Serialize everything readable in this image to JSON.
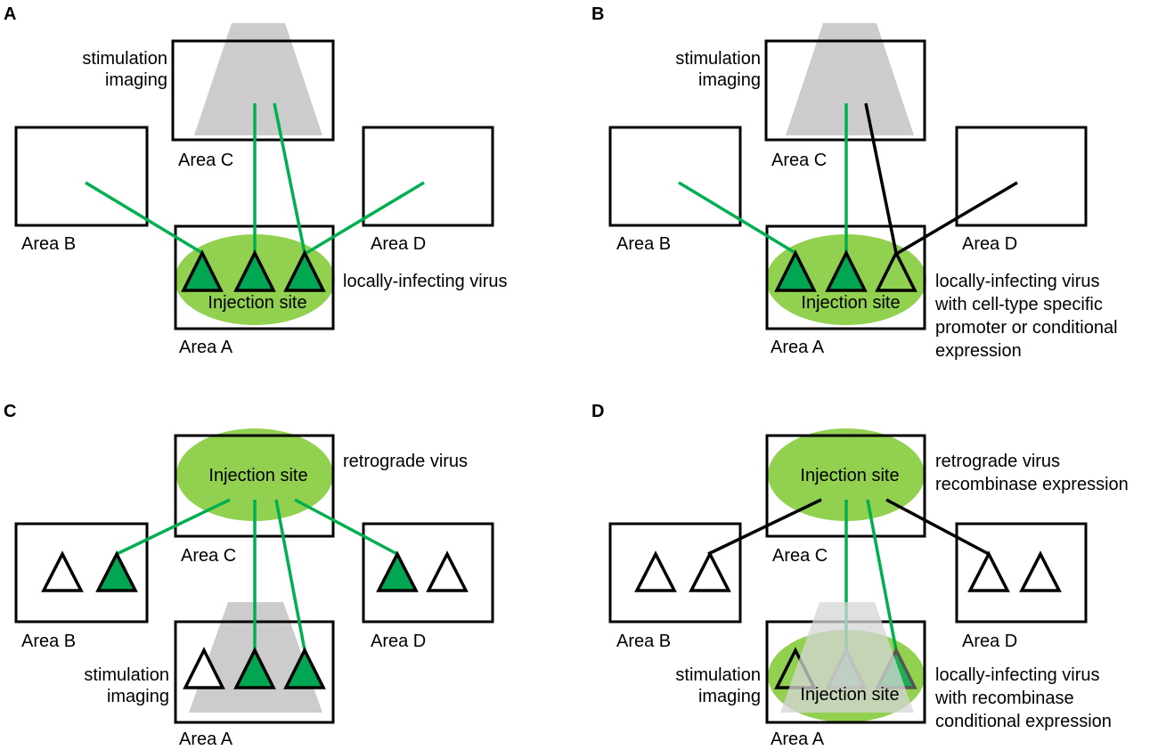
{
  "panels": {
    "a": {
      "letter": "A",
      "stim_line1": "stimulation",
      "stim_line2": "imaging",
      "area_c": "Area C",
      "area_b": "Area B",
      "area_d": "Area D",
      "area_a": "Area A",
      "injection": "Injection site",
      "virus": "locally-infecting virus"
    },
    "b": {
      "letter": "B",
      "stim_line1": "stimulation",
      "stim_line2": "imaging",
      "area_c": "Area C",
      "area_b": "Area B",
      "area_d": "Area D",
      "area_a": "Area A",
      "injection": "Injection site",
      "virus_lines": [
        "locally-infecting virus",
        "with cell-type specific",
        "promoter or conditional",
        "expression"
      ]
    },
    "c": {
      "letter": "C",
      "injection": "Injection site",
      "virus": "retrograde virus",
      "area_c": "Area C",
      "area_b": "Area B",
      "area_d": "Area D",
      "area_a": "Area A",
      "stim_line1": "stimulation",
      "stim_line2": "imaging"
    },
    "d": {
      "letter": "D",
      "injection_top": "Injection site",
      "virus_lines": [
        "retrograde virus",
        "recombinase expression"
      ],
      "area_c": "Area C",
      "area_b": "Area B",
      "area_d": "Area D",
      "area_a": "Area A",
      "stim_line1": "stimulation",
      "stim_line2": "imaging",
      "injection_bottom": "Injection site",
      "virus2_lines": [
        "locally-infecting virus",
        "with recombinase",
        "conditional expression"
      ]
    }
  },
  "colors": {
    "axon_green": "#00b050",
    "cell_green": "#00a651",
    "injection_green": "#92d050",
    "beam_gray": "#cccccc"
  }
}
